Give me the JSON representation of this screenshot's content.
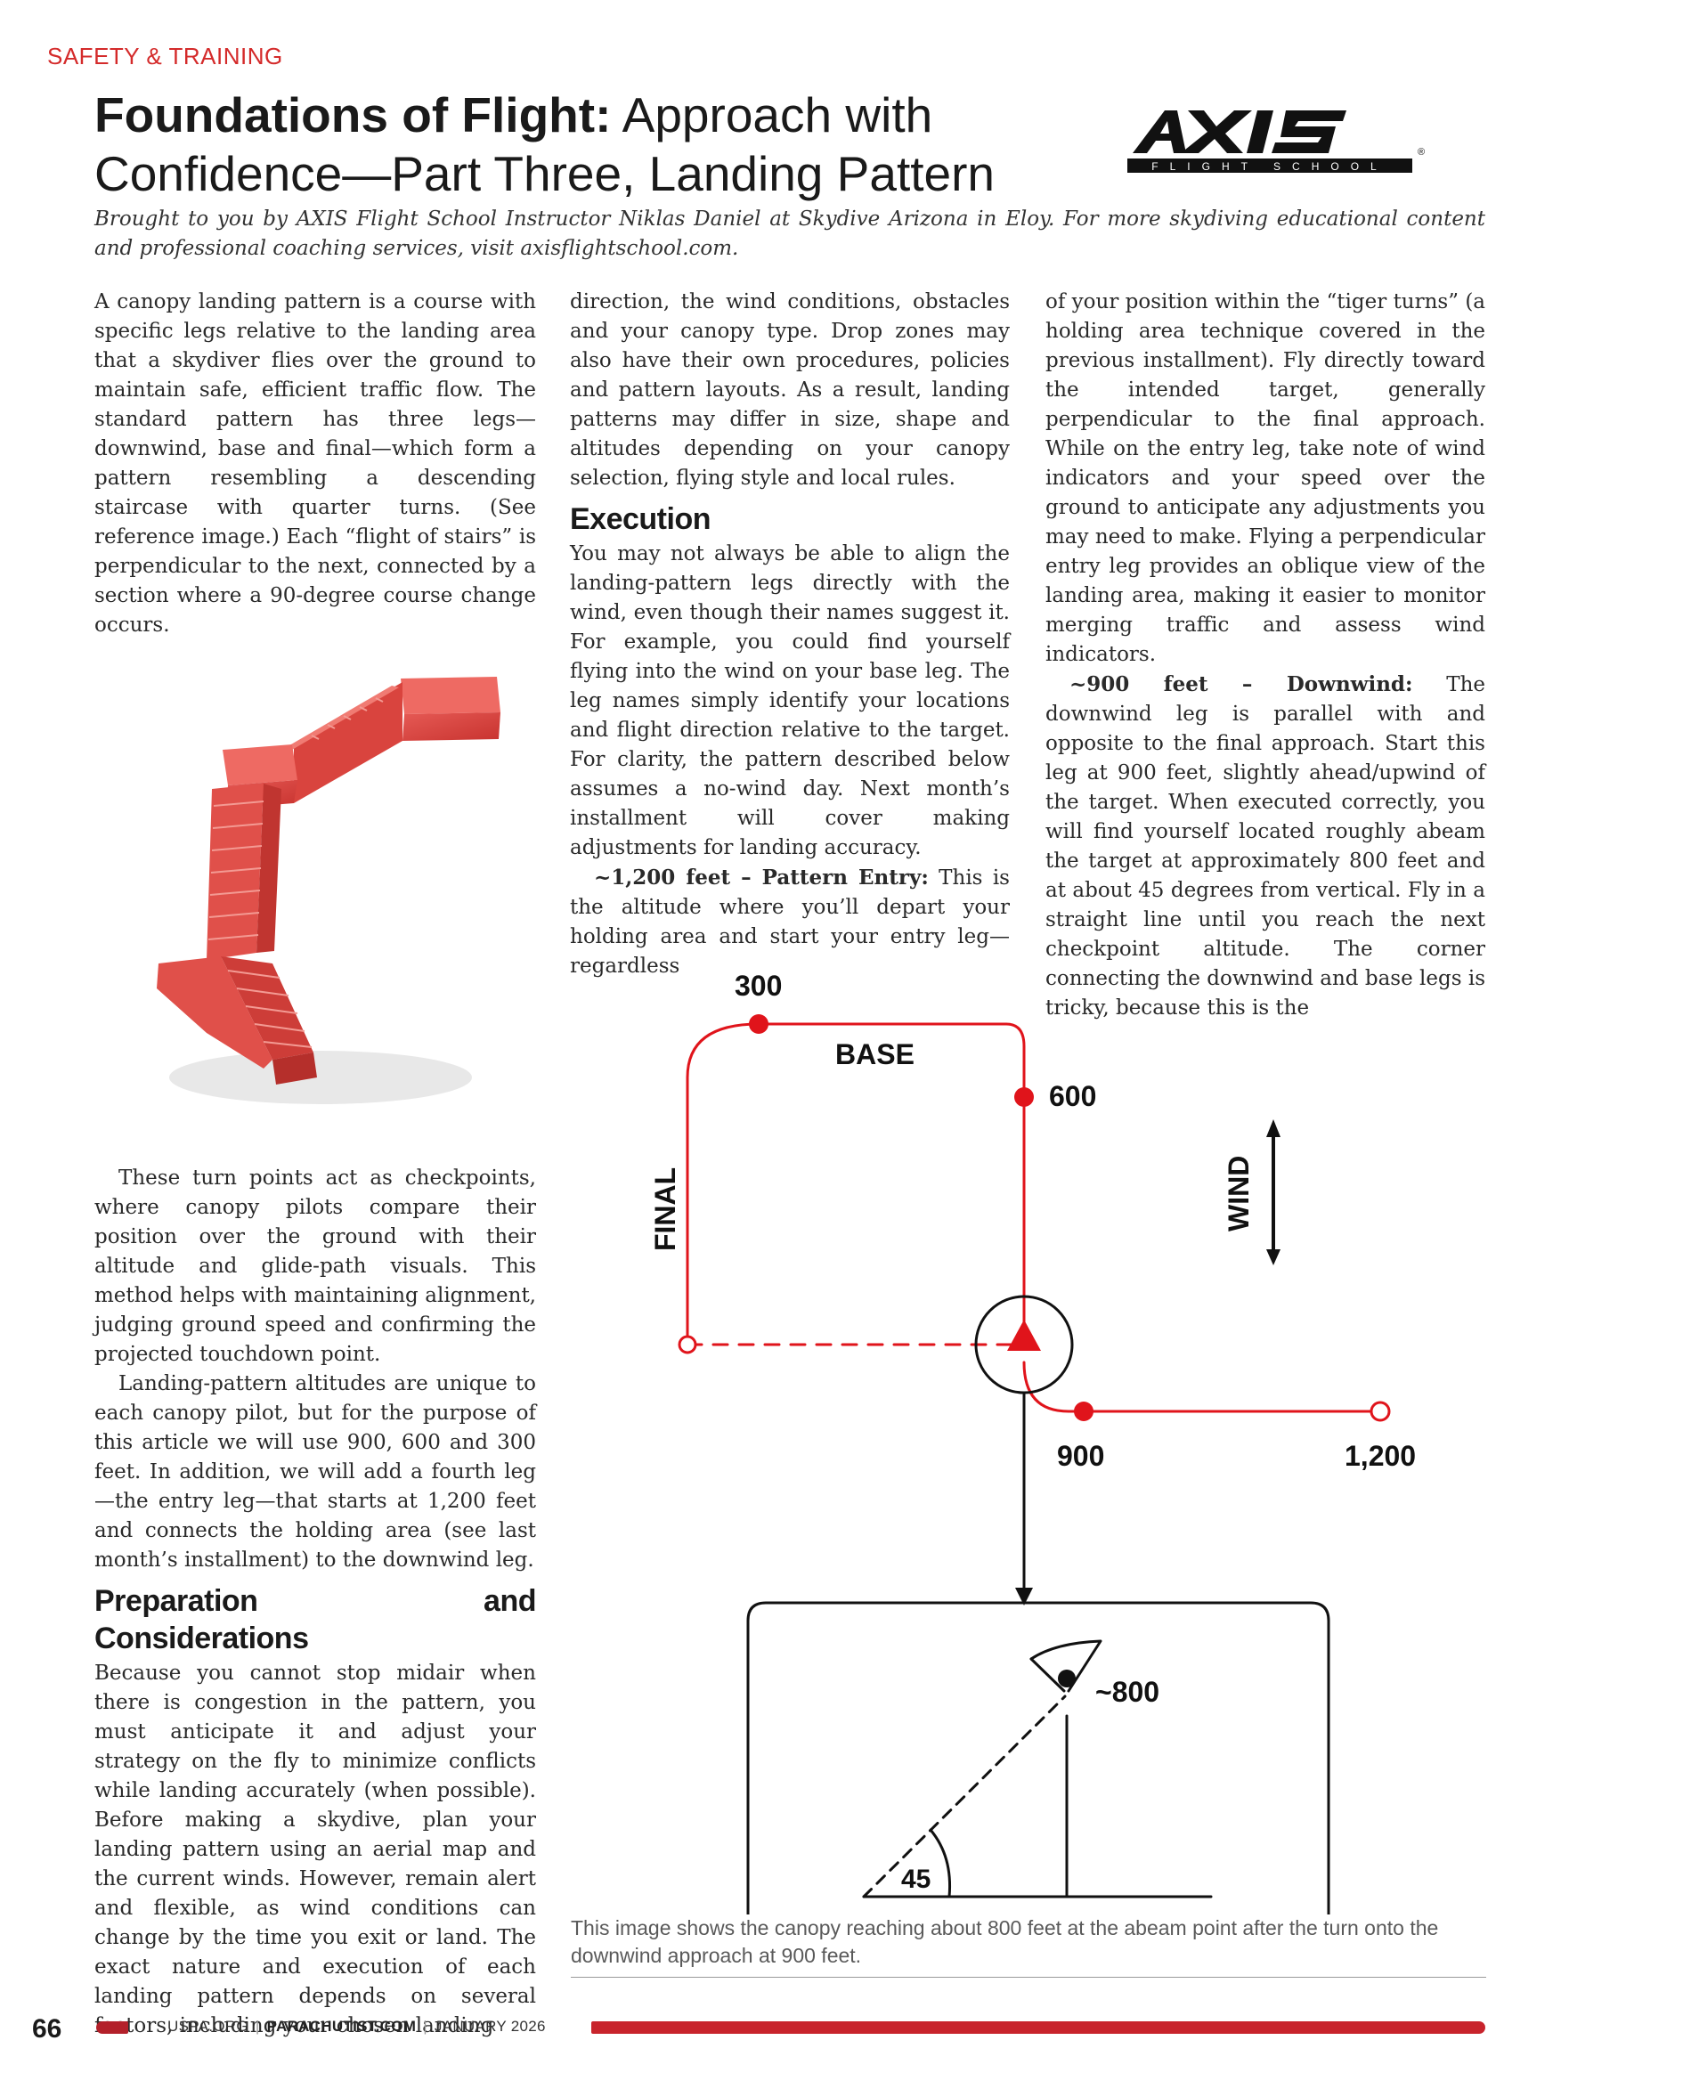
{
  "kicker": "SAFETY & TRAINING",
  "title": {
    "bold": "Foundations of Flight:",
    "rest": " Approach with Confidence—Part Three, Landing Pattern"
  },
  "logo": {
    "name": "AXIS",
    "subtitle": "FLIGHT SCHOOL",
    "mark": "®"
  },
  "intro": "Brought to you by AXIS Flight School Instructor Niklas Daniel at Skydive Arizona in Eloy. For more skydiving educational content and professional coaching services, visit axisflightschool.com.",
  "column1": {
    "p1": "A canopy landing pattern is a course with specific legs relative to the landing area that a skydiver flies over the ground to maintain safe, efficient traffic flow. The standard pattern has three legs—downwind, base and final—which form a pattern resembling a descending staircase with quarter turns. (See reference image.) Each “flight of stairs” is perpendicular to the next, connected by a section where a 90-degree course change occurs.",
    "p2": "These turn points act as checkpoints, where canopy pilots compare their position over the ground with their altitude and glide-path visuals. This method helps with maintaining alignment, judging ground speed and confirming the projected touchdown point.",
    "p3": "Landing-pattern altitudes are unique to each canopy pilot, but for the purpose of this article we will use 900, 600 and 300 feet. In addition, we will add a fourth leg—the entry leg—that starts at 1,200 feet and connects the holding area (see last month’s installment) to the downwind leg.",
    "heading": "Preparation and Considerations",
    "p4": "Because you cannot stop midair when there is congestion in the pattern, you must anticipate it and adjust your strategy on the fly to minimize conflicts while landing accurately (when possible). Before making a skydive, plan your landing pattern using an aerial map and the current winds. However, remain alert and flexible, as wind conditions can change by the time you exit or land. The exact nature and execution of each landing pattern depends on several factors, including your chosen landing"
  },
  "column2": {
    "p1": "direction, the wind conditions, obstacles and your canopy type. Drop zones may also have their own procedures, policies and pattern layouts. As a result, landing patterns may differ in size, shape and altitudes depending on your canopy selection, flying style and local rules.",
    "heading": "Execution",
    "p2": "You may not always be able to align the landing-pattern legs directly with the wind, even though their names suggest it. For example, you could find yourself flying into the wind on your base leg. The leg names simply identify your locations and flight direction relative to the target. For clarity, the pattern described below assumes a no-wind day. Next month’s installment will cover making adjustments for landing accuracy.",
    "p3_lead": "~1,200 feet – Pattern Entry:",
    "p3": " This is the altitude where you’ll depart your holding area and start your entry leg—regardless"
  },
  "column3": {
    "p1": "of your position within the “tiger turns” (a holding area technique covered in the previous installment). Fly directly toward the intended target, generally perpendicular to the final approach. While on the entry leg, take note of wind indicators and your speed over the ground to anticipate any adjustments you may need to make. Flying a perpendicular entry leg provides an oblique view of the landing area, making it easier to monitor merging traffic and assess wind indicators.",
    "p2_lead": "~900 feet – Downwind:",
    "p2": " The downwind leg is parallel with and opposite to the final approach. Start this leg at 900 feet, slightly ahead/upwind of the target. When executed correctly, you will find yourself located roughly abeam the target at approximately 800 feet and at about 45 degrees from vertical. Fly in a straight line until you reach the next checkpoint altitude. The corner connecting the downwind and base legs is tricky, because this is the"
  },
  "diagram": {
    "label_300": "300",
    "label_base": "BASE",
    "label_600": "600",
    "label_final": "FINAL",
    "label_wind": "WIND",
    "label_900": "900",
    "label_1200": "1,200",
    "label_800": "~800",
    "label_45": "45",
    "accent": "#e0141b"
  },
  "caption": "This image shows the canopy reaching about 800 feet at the abeam point after the turn onto the downwind approach at 900 feet.",
  "footer": {
    "page": "66",
    "site": "USPA.ORG",
    "mag": "PARACHUTIST.COM",
    "date": "JANUARY 2026"
  }
}
